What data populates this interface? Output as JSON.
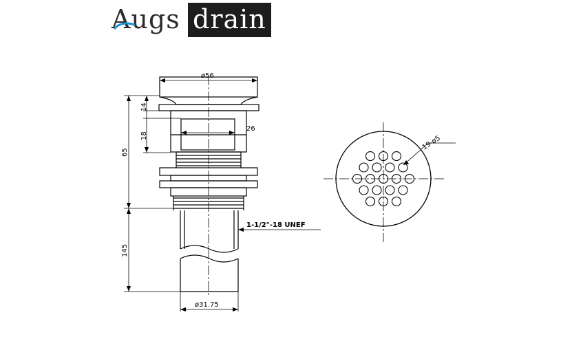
{
  "logo": {
    "part1": "Augs",
    "part2": "drain",
    "accent_color": "#1a8fd0"
  },
  "dimensions": {
    "cap_diameter": "ø56",
    "cap_height": "14",
    "slot_height": "18",
    "slot_width": "26",
    "overall_height": "65",
    "tail_length": "145",
    "thread": "1-1/2\"-18 UNEF",
    "tail_diameter": "ø31.75",
    "holes": "19-ø5"
  }
}
